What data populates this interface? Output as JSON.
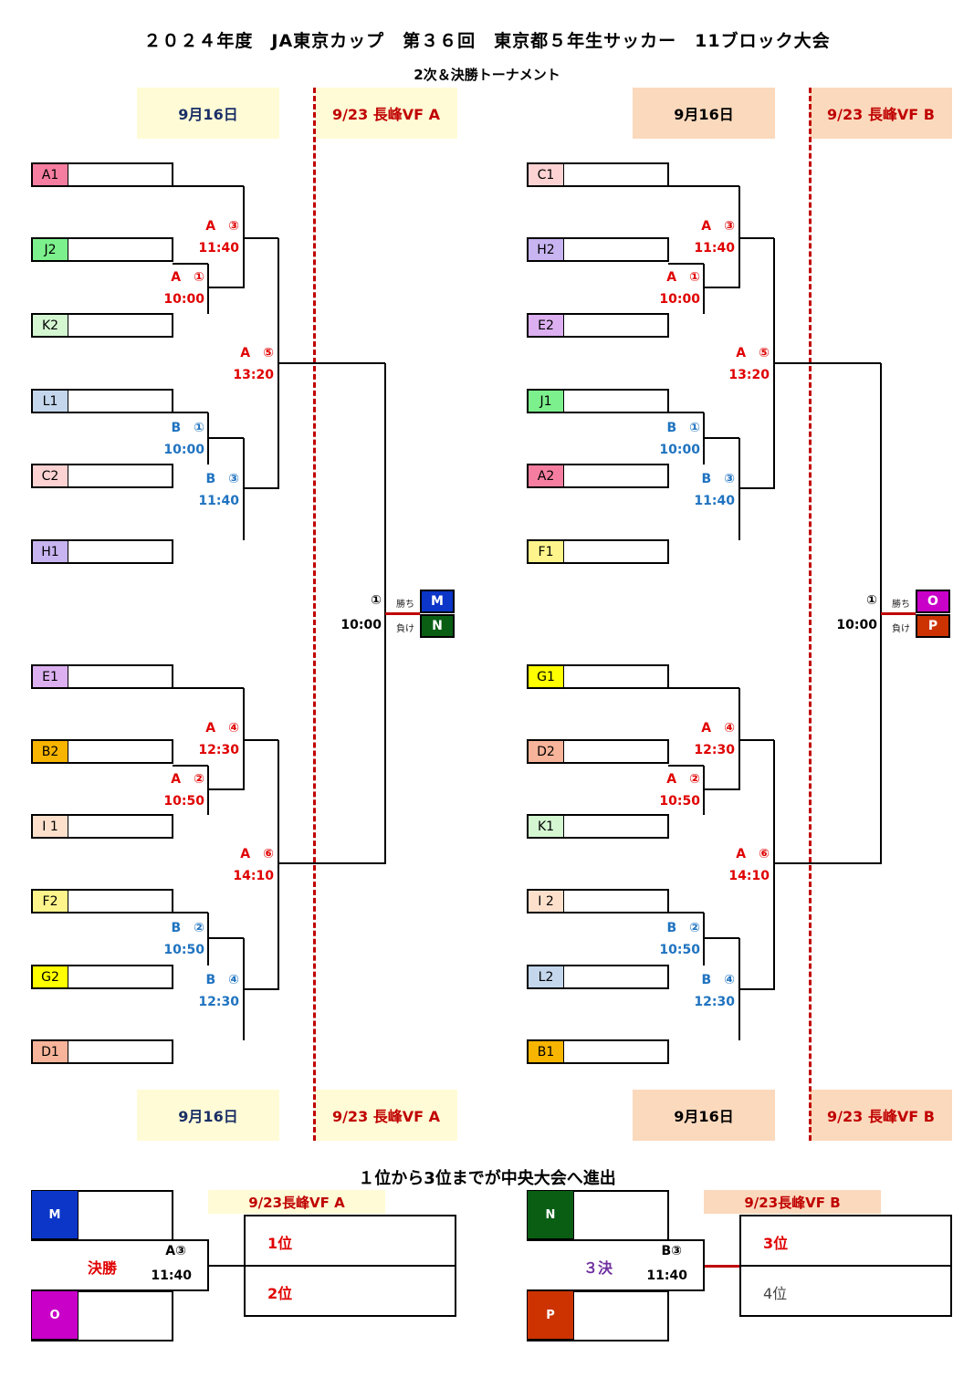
{
  "title": "２０２４年度　JA東京カップ　第３６回　東京都５年生サッカー　11ブロック大会",
  "subtitle": "2次＆決勝トーナメント",
  "headers": {
    "day1": "9月16日",
    "venue_a": "9/23 長峰VF A",
    "venue_b": "9/23 長峰VF B"
  },
  "colors": {
    "A1": "#f57ea0",
    "J2": "#7cf08c",
    "K2": "#d4f7d2",
    "L1": "#c3d6ec",
    "C2": "#fcd2d2",
    "H1": "#c8b4f0",
    "E1": "#dcb0f0",
    "B2": "#f7b500",
    "I1": "#fde0cc",
    "F2": "#fdf58c",
    "G2": "#ffff00",
    "D1": "#f7b49a",
    "C1": "#fcd2d2",
    "H2": "#c8b4f0",
    "E2": "#dcb0f0",
    "J1": "#7cf08c",
    "A2": "#f57ea0",
    "F1": "#fdf58c",
    "G1": "#ffff00",
    "D2": "#f7b49a",
    "K1": "#d4f7d2",
    "I2": "#fde0cc",
    "L2": "#c3d6ec",
    "B1": "#f7b500",
    "M": "#0b36c8",
    "N": "#0a5e14",
    "O": "#c800c8",
    "P": "#cc3300"
  },
  "left": {
    "teams": [
      "A1",
      "J2",
      "K2",
      "L1",
      "C2",
      "H1",
      "E1",
      "B2",
      "I 1",
      "F2",
      "G2",
      "D1"
    ],
    "matches": [
      {
        "court": "A　③",
        "time": "11:40",
        "color": "red"
      },
      {
        "court": "A　①",
        "time": "10:00",
        "color": "red"
      },
      {
        "court": "A　⑤",
        "time": "13:20",
        "color": "red"
      },
      {
        "court": "B　①",
        "time": "10:00",
        "color": "blue"
      },
      {
        "court": "B　③",
        "time": "11:40",
        "color": "blue"
      },
      {
        "court": "A　④",
        "time": "12:30",
        "color": "red"
      },
      {
        "court": "A　②",
        "time": "10:50",
        "color": "red"
      },
      {
        "court": "A　⑥",
        "time": "14:10",
        "color": "red"
      },
      {
        "court": "B　②",
        "time": "10:50",
        "color": "blue"
      },
      {
        "court": "B　④",
        "time": "12:30",
        "color": "blue"
      }
    ],
    "final": {
      "num": "①",
      "time": "10:00",
      "win_label": "勝ち",
      "lose_label": "負け",
      "win": "M",
      "lose": "N"
    }
  },
  "right": {
    "teams": [
      "C1",
      "H2",
      "E2",
      "J1",
      "A2",
      "F1",
      "G1",
      "D2",
      "K1",
      "I 2",
      "L2",
      "B1"
    ],
    "matches": [
      {
        "court": "A　③",
        "time": "11:40",
        "color": "red"
      },
      {
        "court": "A　①",
        "time": "10:00",
        "color": "red"
      },
      {
        "court": "A　⑤",
        "time": "13:20",
        "color": "red"
      },
      {
        "court": "B　①",
        "time": "10:00",
        "color": "blue"
      },
      {
        "court": "B　③",
        "time": "11:40",
        "color": "blue"
      },
      {
        "court": "A　④",
        "time": "12:30",
        "color": "red"
      },
      {
        "court": "A　②",
        "time": "10:50",
        "color": "red"
      },
      {
        "court": "A　⑥",
        "time": "14:10",
        "color": "red"
      },
      {
        "court": "B　②",
        "time": "10:50",
        "color": "blue"
      },
      {
        "court": "B　④",
        "time": "12:30",
        "color": "blue"
      }
    ],
    "final": {
      "num": "①",
      "time": "10:00",
      "win_label": "勝ち",
      "lose_label": "負け",
      "win": "O",
      "lose": "P"
    }
  },
  "bottom": {
    "heading": "１位から3位までが中央大会へ進出",
    "final": {
      "venue": "9/23長峰VF A",
      "label": "決勝",
      "court": "A③",
      "time": "11:40",
      "team1": "M",
      "team2": "O",
      "rank1": "1位",
      "rank2": "2位"
    },
    "third": {
      "venue": "9/23長峰VF B",
      "label": "３決",
      "court": "B③",
      "time": "11:40",
      "team1": "N",
      "team2": "P",
      "rank3": "3位",
      "rank4": "4位"
    }
  }
}
